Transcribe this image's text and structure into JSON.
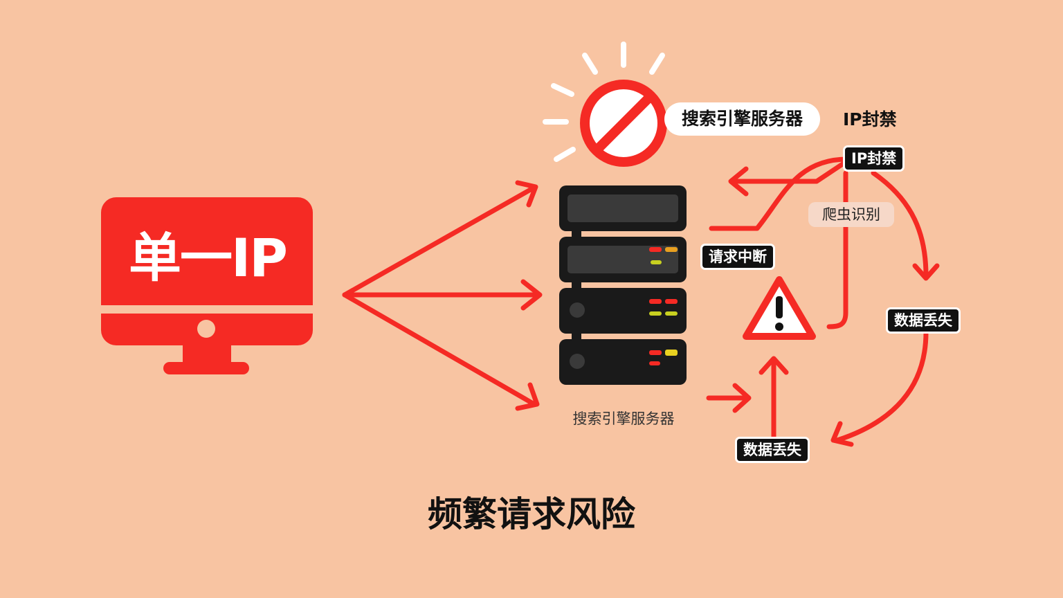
{
  "monitor": {
    "label": "单一IP"
  },
  "server": {
    "pill_label": "搜索引擎服务器",
    "caption": "搜索引擎服务器"
  },
  "labels": {
    "ip_ban_heading": "IP封禁",
    "ip_ban_tag": "IP封禁",
    "crawler_detect": "爬虫识别",
    "request_interrupt": "请求中断",
    "data_loss_right": "数据丢失",
    "data_loss_bottom": "数据丢失"
  },
  "title": "频繁请求风险",
  "colors": {
    "background": "#f8c4a2",
    "accent_red": "#f52a24",
    "server_black": "#1a1a1a",
    "tag_dark": "#111111"
  },
  "icons": [
    "monitor-icon",
    "server-rack-icon",
    "prohibited-icon",
    "warning-icon"
  ]
}
